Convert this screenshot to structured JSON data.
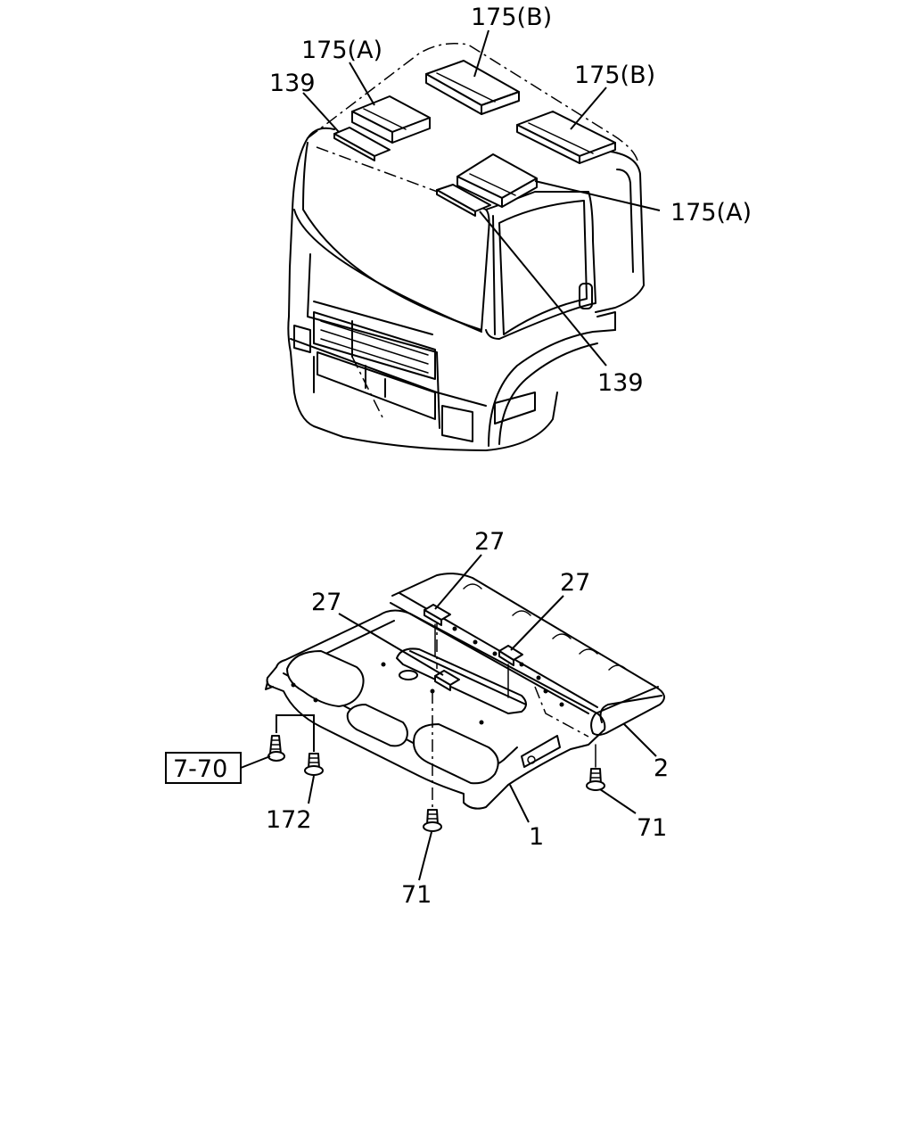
{
  "labels": {
    "cab_pad_rear_left": "175(B)",
    "cab_pad_front_left": "175(A)",
    "cab_pad_rear_right": "175(B)",
    "cab_pad_front_right": "175(A)",
    "cab_label_left": "139",
    "cab_label_right": "139",
    "liner_pad_upper": "27",
    "liner_pad_right": "27",
    "liner_pad_left": "27",
    "ref_box": "7-70",
    "clip": "172",
    "screw_center": "71",
    "screw_right": "71",
    "headliner": "1",
    "rear_panel": "2"
  }
}
